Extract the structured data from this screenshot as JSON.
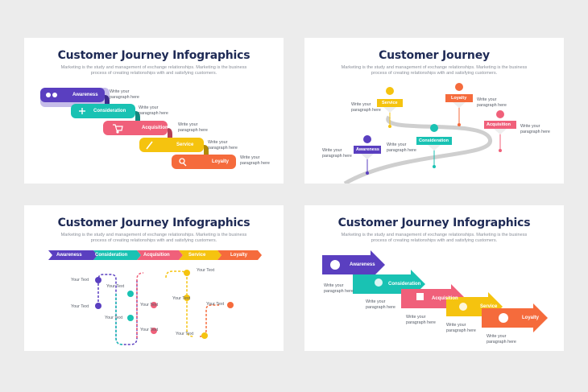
{
  "colors": {
    "purple": "#5a3fc0",
    "teal": "#19c2b3",
    "pink": "#f0607a",
    "yellow": "#f5c30f",
    "orange": "#f56b3c",
    "navy": "#1e2a55"
  },
  "slides": [
    {
      "title": "Customer Journey Infographics",
      "subtitle": "Marketing is the study and management of exchange relationships. Marketing is the business process of creating relationships with and satisfying customers.",
      "steps": [
        {
          "label": "Awareness",
          "icon": "binoculars-icon",
          "text": "Write your paragraph here"
        },
        {
          "label": "Consideration",
          "icon": "arrows-icon",
          "text": "Write your paragraph here"
        },
        {
          "label": "Acquisition",
          "icon": "cart-icon",
          "text": "Write your paragraph here"
        },
        {
          "label": "Service",
          "icon": "wrench-icon",
          "text": "Write your paragraph here"
        },
        {
          "label": "Loyalty",
          "icon": "search-icon",
          "text": "Write your paragraph here"
        }
      ]
    },
    {
      "title": "Customer Journey",
      "subtitle": "Marketing is the study and management of exchange relationships. Marketing is the business process of creating relationships with and satisfying customers.",
      "steps": [
        {
          "label": "Awareness",
          "icon": "info-icon",
          "text": "Write your paragraph here"
        },
        {
          "label": "Service",
          "icon": "gear-icon",
          "text": "Write your paragraph here"
        },
        {
          "label": "Consideration",
          "icon": "globe-icon",
          "text": "Write your paragraph here"
        },
        {
          "label": "Loyalty",
          "icon": "thumbs-up-icon",
          "text": "Write your paragraph here"
        },
        {
          "label": "Acquisition",
          "icon": "dollar-icon",
          "text": "Write your paragraph here"
        }
      ]
    },
    {
      "title": "Customer Journey Infographics",
      "subtitle": "Marketing is the study and management of exchange relationships. Marketing is the business process of creating relationships with and satisfying customers.",
      "steps": [
        "Awareness",
        "Consideration",
        "Acquisition",
        "Service",
        "Loyalty"
      ],
      "point_text": "Your Text"
    },
    {
      "title": "Customer Journey Infographics",
      "subtitle": "Marketing is the study and management of exchange relationships. Marketing is the business process of creating relationships with and satisfying customers.",
      "steps": [
        {
          "label": "Awareness",
          "icon": "megaphone-icon",
          "text": "Write your paragraph here"
        },
        {
          "label": "Consideration",
          "icon": "globe-icon",
          "text": "Write your paragraph here"
        },
        {
          "label": "Acquisition",
          "icon": "calendar-icon",
          "text": "Write your paragraph here"
        },
        {
          "label": "Service",
          "icon": "tools-icon",
          "text": "Write your paragraph here"
        },
        {
          "label": "Loyalty",
          "icon": "thumbs-up-icon",
          "text": "Write your paragraph here"
        }
      ]
    }
  ]
}
